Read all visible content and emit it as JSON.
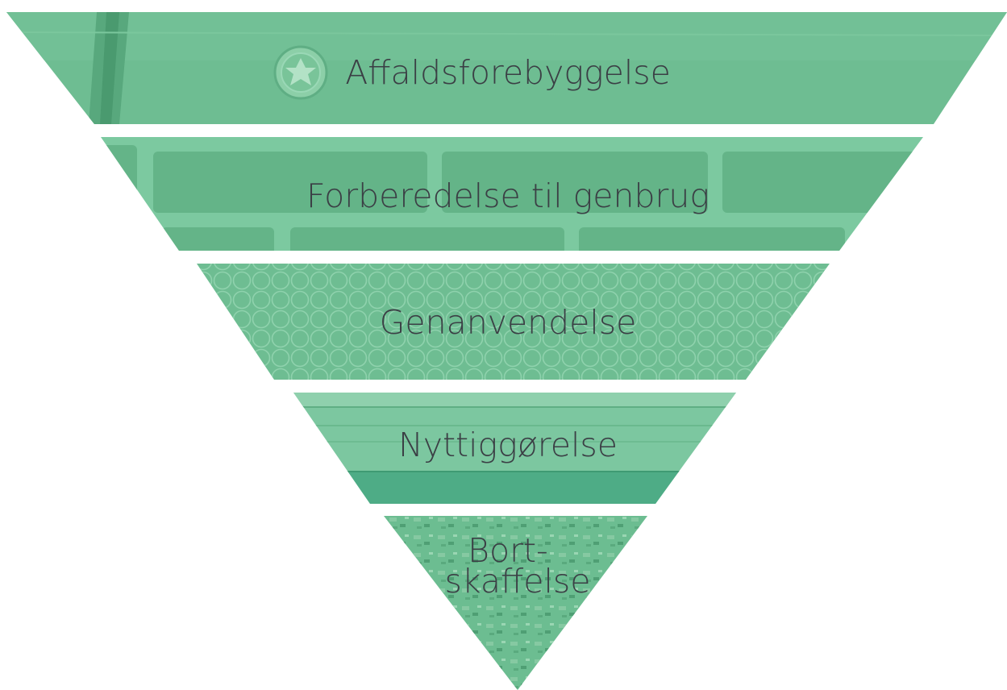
{
  "hierarchy": {
    "colors": {
      "tier_fill": "#6ebd92",
      "tier_overlay": "#5fb587",
      "texture_line": "#4fa376",
      "text": "#3b3f45",
      "background": "#ffffff"
    },
    "tiers": [
      {
        "id": "prevention",
        "label": "Affaldsforebyggelse",
        "texture": "wood-panel-with-screw"
      },
      {
        "id": "reuse",
        "label": "Forberedelse til genbrug",
        "texture": "brick-wall"
      },
      {
        "id": "recycling",
        "label": "Genanvendelse",
        "texture": "stacked-round-logs"
      },
      {
        "id": "recovery",
        "label": "Nyttiggørelse",
        "texture": "wooden-planks"
      },
      {
        "id": "disposal",
        "label_line1": "Bort-",
        "label_line2": "skaffelse",
        "texture": "rubble"
      }
    ]
  }
}
